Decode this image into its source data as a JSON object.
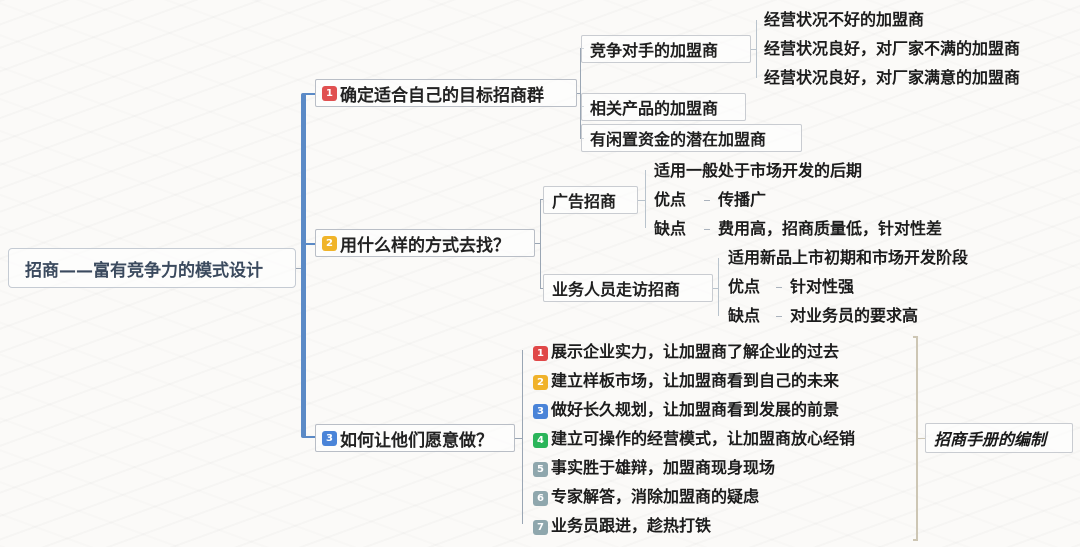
{
  "root": {
    "label": "招商——富有竞争力的模式设计"
  },
  "branches": [
    {
      "badge": "1",
      "badge_color": "#e05050",
      "label": "确定适合自己的目标招商群",
      "children": [
        {
          "label": "竞争对手的加盟商",
          "leaves": [
            "经营状况不好的加盟商",
            "经营状况良好，对厂家不满的加盟商",
            "经营状况良好，对厂家满意的加盟商"
          ]
        },
        {
          "label": "相关产品的加盟商"
        },
        {
          "label": "有闲置资金的潜在加盟商"
        }
      ]
    },
    {
      "badge": "2",
      "badge_color": "#f0b429",
      "label": "用什么样的方式去找？",
      "children": [
        {
          "label": "广告招商",
          "applicable": "适用一般处于市场开发的后期",
          "pros_label": "优点",
          "pros": "传播广",
          "cons_label": "缺点",
          "cons": "费用高，招商质量低，针对性差"
        },
        {
          "label": "业务人员走访招商",
          "applicable": "适用新品上市初期和市场开发阶段",
          "pros_label": "优点",
          "pros": "针对性强",
          "cons_label": "缺点",
          "cons": "对业务员的要求高"
        }
      ]
    },
    {
      "badge": "3",
      "badge_color": "#4a84d8",
      "label": "如何让他们愿意做？",
      "items": [
        {
          "badge": "1",
          "color": "#e04848",
          "text": "展示企业实力，让加盟商了解企业的过去"
        },
        {
          "badge": "2",
          "color": "#f0b22a",
          "text": "建立样板市场，让加盟商看到自己的未来"
        },
        {
          "badge": "3",
          "color": "#4a84d8",
          "text": "做好长久规划，让加盟商看到发展的前景"
        },
        {
          "badge": "4",
          "color": "#2bb55a",
          "text": "建立可操作的经营模式，让加盟商放心经销"
        },
        {
          "badge": "5",
          "color": "#8fa7ad",
          "text": "事实胜于雄辩，加盟商现身现场"
        },
        {
          "badge": "6",
          "color": "#8fa7ad",
          "text": "专家解答，消除加盟商的疑虑"
        },
        {
          "badge": "7",
          "color": "#8fa7ad",
          "text": "业务员跟进，趁热打铁"
        }
      ],
      "summary": "招商手册的编制"
    }
  ]
}
